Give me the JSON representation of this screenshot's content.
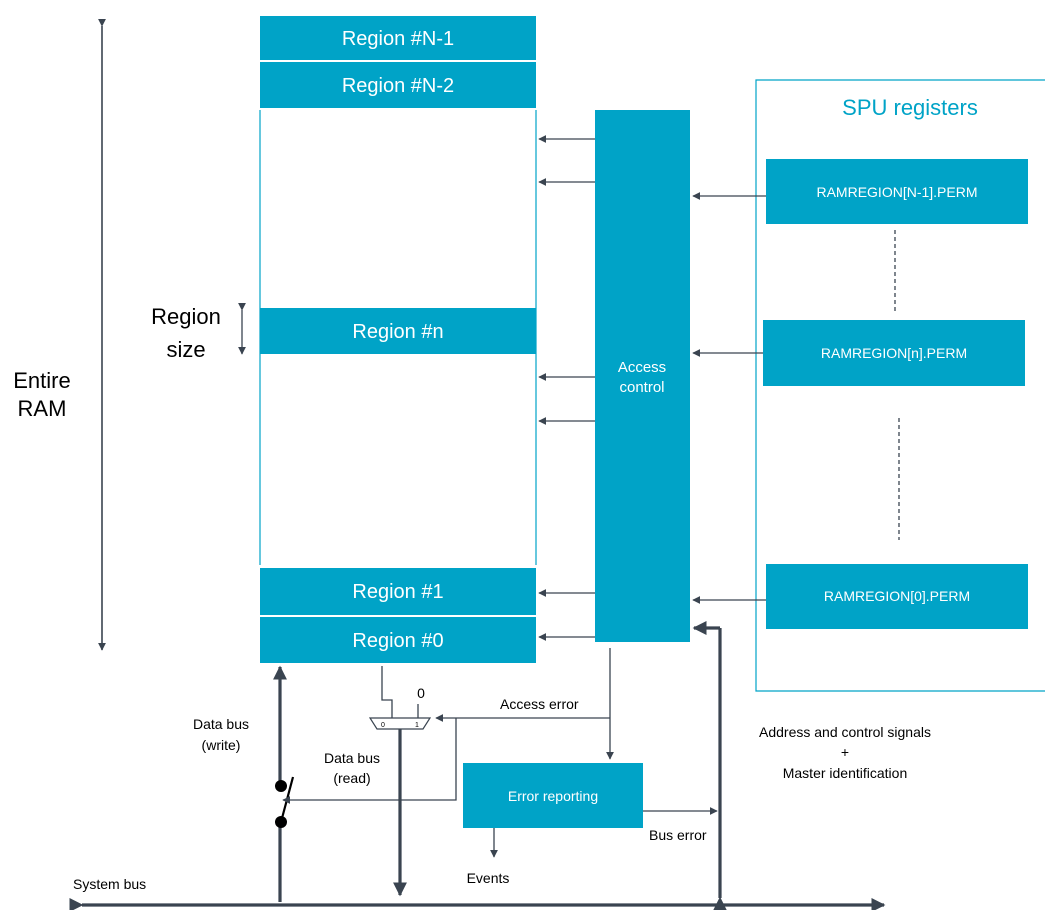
{
  "regions": {
    "n_minus_1": "Region #N-1",
    "n_minus_2": "Region #N-2",
    "n": "Region #n",
    "one": "Region #1",
    "zero": "Region #0"
  },
  "labels": {
    "entire_ram_line1": "Entire",
    "entire_ram_line2": "RAM",
    "region_size_line1": "Region",
    "region_size_line2": "size",
    "access_control_line1": "Access",
    "access_control_line2": "control",
    "spu_registers": "SPU registers",
    "error_reporting": "Error reporting",
    "access_error": "Access error",
    "bus_error": "Bus error",
    "events": "Events",
    "system_bus": "System bus",
    "data_bus_write_line1": "Data bus",
    "data_bus_write_line2": "(write)",
    "data_bus_read_line1": "Data bus",
    "data_bus_read_line2": "(read)",
    "mux_zero": "0",
    "mux_in0": "0",
    "mux_in1": "1",
    "addr_line1": "Address and control signals",
    "addr_line2": "+",
    "addr_line3": "Master identification"
  },
  "registers": {
    "r_n_minus_1": "RAMREGION[N-1].PERM",
    "r_n": "RAMREGION[n].PERM",
    "r_0": "RAMREGION[0].PERM"
  },
  "colors": {
    "accent": "#00a3c7",
    "line": "#3a4450"
  }
}
